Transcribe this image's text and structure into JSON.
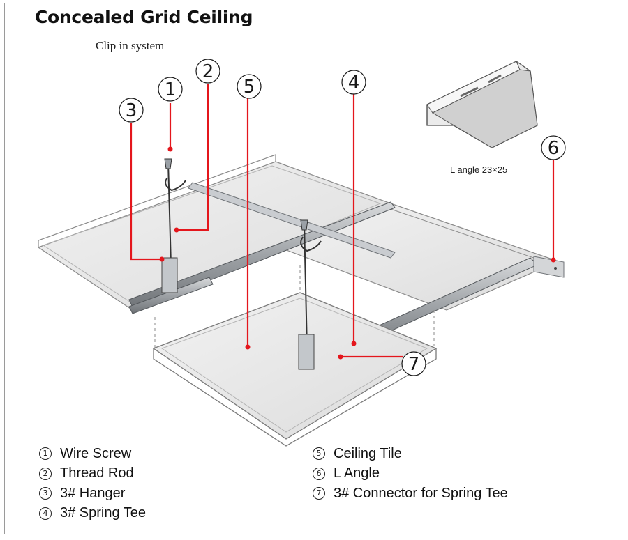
{
  "title": "Concealed Grid Ceiling",
  "subtitle": "Clip in system",
  "langle_label": "L angle 23×25",
  "callouts": [
    {
      "num": "1",
      "name": "Wire Screw"
    },
    {
      "num": "2",
      "name": "Thread Rod"
    },
    {
      "num": "3",
      "name": "3# Hanger"
    },
    {
      "num": "4",
      "name": "3# Spring Tee"
    },
    {
      "num": "5",
      "name": "Ceiling Tile"
    },
    {
      "num": "6",
      "name": "L Angle"
    },
    {
      "num": "7",
      "name": "3# Connector for Spring Tee"
    }
  ],
  "legend": {
    "left": [
      {
        "num": "1",
        "text": "Wire Screw"
      },
      {
        "num": "2",
        "text": "Thread Rod"
      },
      {
        "num": "3",
        "text": "3# Hanger"
      },
      {
        "num": "4",
        "text": "3# Spring Tee"
      }
    ],
    "right": [
      {
        "num": "5",
        "text": "Ceiling Tile"
      },
      {
        "num": "6",
        "text": "L Angle"
      },
      {
        "num": "7",
        "text": "3# Connector for Spring Tee"
      }
    ]
  },
  "colors": {
    "leader": "#e4161c",
    "panel": "#e9e9e9",
    "metal": "#b8bcc0"
  }
}
